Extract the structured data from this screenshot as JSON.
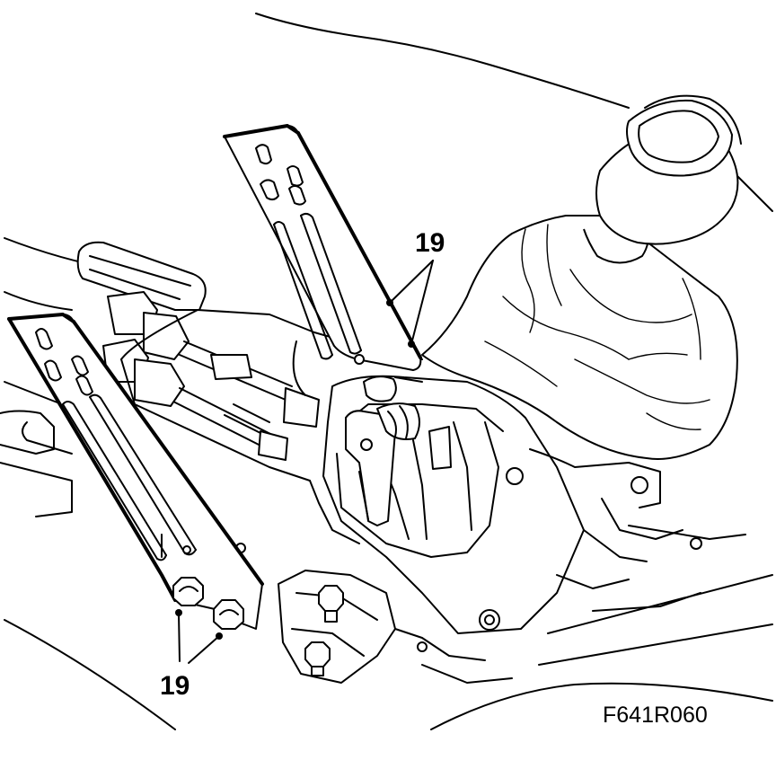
{
  "callouts": [
    {
      "id": "top",
      "label": "19"
    },
    {
      "id": "bottom",
      "label": "19"
    }
  ],
  "figure_code": "F641R060",
  "colors": {
    "line": "#000000",
    "background": "#ffffff"
  }
}
